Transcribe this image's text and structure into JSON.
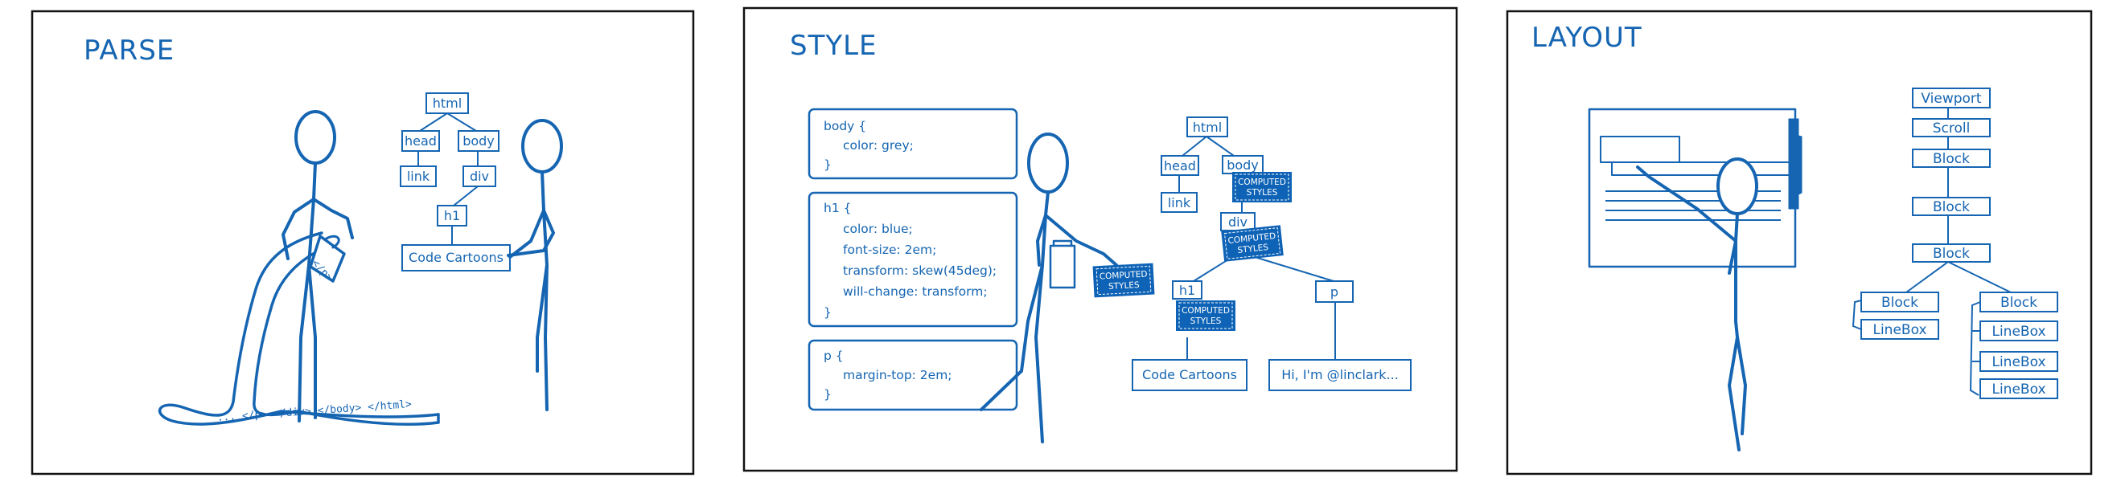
{
  "theme": {
    "ink": "#1565b2",
    "ink_fill": "#0e63b6",
    "frame": "#111111",
    "background": "#ffffff"
  },
  "parse": {
    "title": "PARSE",
    "tree": {
      "html": "html",
      "head": "head",
      "body": "body",
      "link": "link",
      "div": "div",
      "h1": "h1",
      "code_cartoons": "Code Cartoons"
    },
    "ribbon": {
      "tag_text": "</p>",
      "text": "... </p> </div> </body> </html>"
    }
  },
  "style": {
    "title": "STYLE",
    "css_blocks": [
      {
        "lines": [
          "body {",
          "color: grey;",
          "}"
        ]
      },
      {
        "lines": [
          "h1 {",
          "color: blue;",
          "font-size: 2em;",
          "transform: skew(45deg);",
          "will-change: transform;",
          "}"
        ]
      },
      {
        "lines": [
          "p {",
          "margin-top: 2em;",
          "}"
        ]
      }
    ],
    "computed": [
      "COMPUTED",
      "STYLES"
    ],
    "tree": {
      "html": "html",
      "head": "head",
      "body": "body",
      "link": "link",
      "div": "div",
      "h1": "h1",
      "p": "p",
      "code_cartoons": "Code Cartoons",
      "hi": "Hi, I'm @linclark..."
    }
  },
  "layout": {
    "title": "LAYOUT",
    "tree": {
      "viewport": "Viewport",
      "scroll": "Scroll",
      "block_1": "Block",
      "block_2": "Block",
      "block_3": "Block",
      "block_left": "Block",
      "block_right": "Block",
      "linebox_left": "LineBox",
      "linebox_r1": "LineBox",
      "linebox_r2": "LineBox",
      "linebox_r3": "LineBox"
    }
  }
}
